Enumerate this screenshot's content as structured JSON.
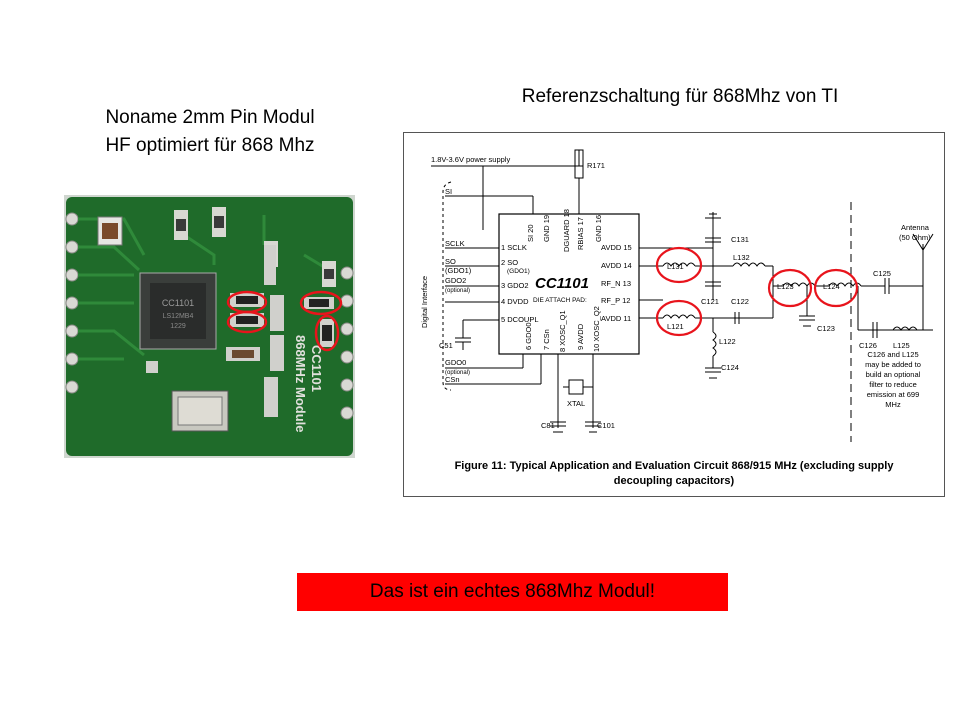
{
  "left_title": {
    "line1": "Noname 2mm Pin Modul",
    "line2": "HF optimiert für 868 Mhz"
  },
  "right_title": "Referenzschaltung für 868Mhz von TI",
  "photo": {
    "chip_label_1": "CC1101",
    "chip_label_2": "LS12MB4",
    "chip_label_3": "1229",
    "board_text_1": "CC1101",
    "board_text_2": "868MHz Module"
  },
  "schematic": {
    "power_label": "1.8V-3.6V power supply",
    "side_label": "Digital Interface",
    "chip_name": "CC1101",
    "die_attach": "DIE ATTACH PAD:",
    "pins_left": [
      "1 SCLK",
      "2 SO",
      "(GDO1)",
      "3 GDO2",
      "4 DVDD",
      "5 DCOUPL",
      "6 GDO0"
    ],
    "pins_right": [
      "AVDD 15",
      "AVDD 14",
      "RF_N 13",
      "RF_P 12",
      "AVDD 11"
    ],
    "pins_top": [
      "SI 20",
      "GND 19",
      "DGUARD 18",
      "RBIAS 17",
      "GND 16"
    ],
    "pins_bottom": [
      "7 CSn",
      "8 XOSC_Q1",
      "9 AVDD",
      "10 XOSC_Q2"
    ],
    "signals_left": [
      "SI",
      "SCLK",
      "SO",
      "(GDO1)",
      "GDO2",
      "(optional)",
      "GDO0",
      "(optional)",
      "CSn"
    ],
    "components": {
      "R171": "R171",
      "C51": "C51",
      "C81": "C81",
      "C101": "C101",
      "XTAL": "XTAL",
      "L131": "L131",
      "L121": "L121",
      "C131": "C131",
      "L132": "L132",
      "C121": "C121",
      "C122": "C122",
      "L122": "L122",
      "C124": "C124",
      "L123": "L123",
      "L124": "L124",
      "C123": "C123",
      "C125": "C125",
      "C126": "C126",
      "L125": "L125"
    },
    "antenna": "Antenna",
    "antenna_ohm": "(50 Ohm)",
    "note_lines": [
      "C126 and L125",
      "may be added to",
      "build an optional",
      "filter to reduce",
      "emission at 699",
      "MHz"
    ],
    "caption_line1": "Figure 11: Typical Application and Evaluation Circuit 868/915 MHz (excluding supply",
    "caption_line2": "decoupling capacitors)"
  },
  "banner": "Das ist ein echtes 868Mhz Modul!",
  "colors": {
    "pcb": "#1f6b2a",
    "highlight": "#e8141c",
    "banner": "#ff0000"
  }
}
